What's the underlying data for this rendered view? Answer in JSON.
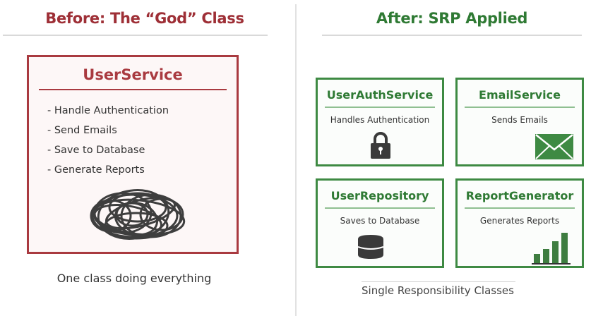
{
  "before": {
    "title": "Before: The “God” Class",
    "class_name": "UserService",
    "responsibilities": [
      "- Handle Authentication",
      "- Send Emails",
      "- Save to Database",
      "- Generate Reports"
    ],
    "icon": "tangled-scribble-icon",
    "caption": "One class doing everything",
    "color": "#a93a40"
  },
  "after": {
    "title": "After: SRP Applied",
    "color": "#3e8a43",
    "cards": [
      {
        "name": "UserAuthService",
        "description": "Handles Authentication",
        "icon": "lock-icon"
      },
      {
        "name": "EmailService",
        "description": "Sends Emails",
        "icon": "envelope-icon"
      },
      {
        "name": "UserRepository",
        "description": "Saves to Database",
        "icon": "database-icon"
      },
      {
        "name": "ReportGenerator",
        "description": "Generates Reports",
        "icon": "bar-chart-icon"
      }
    ],
    "caption": "Single Responsibility Classes"
  }
}
